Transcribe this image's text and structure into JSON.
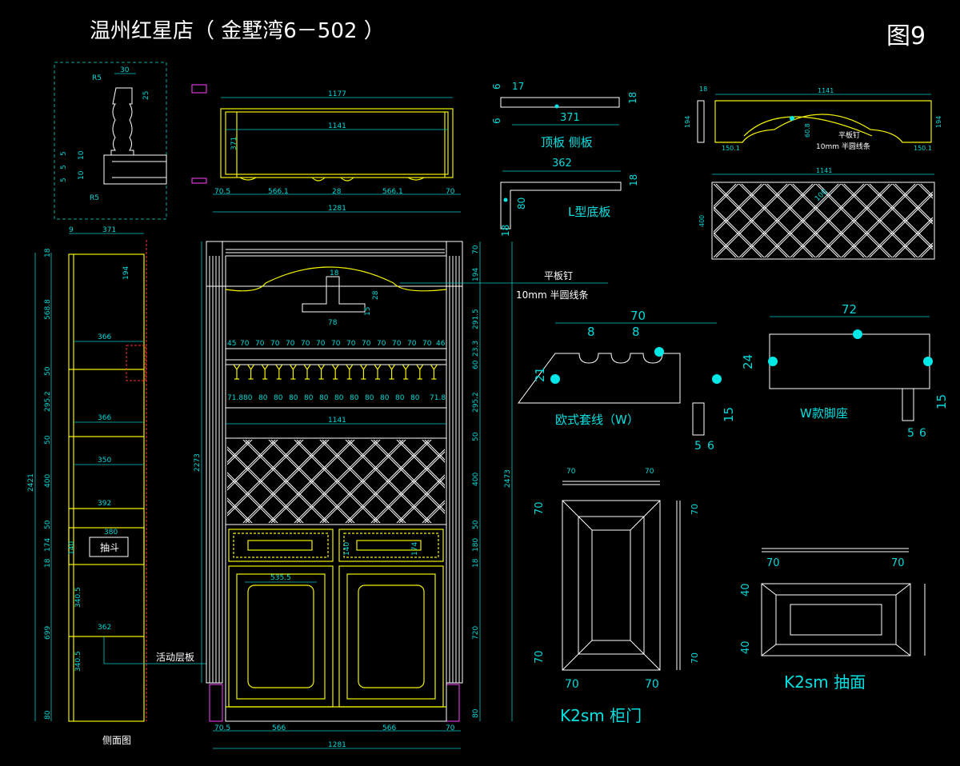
{
  "header": {
    "title": "温州红星店（ 金墅湾6－502 ）",
    "figure_no": "图9"
  },
  "colors": {
    "background": "#000000",
    "outline": "#f2f200",
    "dimension": "#00c8c8",
    "text": "#ffffff",
    "hidden": "#ff3030",
    "post": "#ff40ff"
  },
  "labels": {
    "side_view": "侧面图",
    "movable_shelf": "活动层板",
    "drawer_tag": "抽斗",
    "top_side_board": "顶板  侧板",
    "l_bottom_board": "L型底板",
    "flat_nail": "平板钉",
    "half_round_line": "10mm 半圆线条",
    "flat_nail_small": "平板钉",
    "half_round_line_small": "10mm 半圆线条",
    "euro_molding": "欧式套线（W）",
    "w_foot": "W款脚座",
    "k2sm_door": "K2sm 柜门",
    "k2sm_drawer": "K2sm 抽面"
  },
  "dims": {
    "main_height": "2273",
    "total_height": "2473",
    "side_height": "2421",
    "top_width": "1177",
    "top_inner": "1141",
    "top_depth": "371",
    "top_bottom_a": "70.5",
    "top_bottom_b": "566.1",
    "top_bottom_c": "28",
    "top_bottom_d": "566.1",
    "top_bottom_e": "70",
    "top_total": "1281",
    "bottom_a": "70.5",
    "bottom_b": "566",
    "bottom_c": "566",
    "bottom_d": "70",
    "bottom_total": "1281",
    "inner_1141": "1141",
    "drawer_535": "535.5",
    "drawer_174a": "140",
    "drawer_174b": "174",
    "hook_18": "18",
    "hook_28": "28",
    "hook_15": "15",
    "hook_78": "78",
    "side_371": "371",
    "side_9": "9",
    "side_366a": "366",
    "side_366b": "366",
    "side_350": "350",
    "side_392": "392",
    "side_380": "380",
    "side_362": "362",
    "side_194": "194",
    "right_18": "18",
    "right_60": "60",
    "right_70": "70",
    "right_194": "194",
    "right_291": "291.5",
    "right_23": "23.3",
    "right_295": "295.2",
    "right_50a": "50",
    "right_400": "400",
    "right_50b": "50",
    "right_180": "180",
    "right_720": "720",
    "right_80": "80",
    "left_18": "18",
    "left_568": "568.8",
    "left_50a": "50",
    "left_295": "295.2",
    "left_50b": "50",
    "left_400": "400",
    "left_50c": "50",
    "left_174": "174",
    "left_18b": "18",
    "left_340a": "340.5",
    "left_699": "699",
    "left_340b": "340.5",
    "left_80": "80",
    "left_18c": "18",
    "sp_45": "45",
    "sp_70": "70",
    "sp_46": "46",
    "sp_71": "71.8",
    "sp_80": "80",
    "bal_30": "30",
    "bal_r5a": "R5",
    "bal_r5b": "R5",
    "bal_25": "25",
    "bal_5": "5",
    "bal_10": "10",
    "tb_17": "17",
    "tb_6a": "6",
    "tb_6b": "6",
    "tb_371": "371",
    "tb_18": "18",
    "l_362": "362",
    "l_80": "80",
    "l_18": "18",
    "l_18b": "18",
    "arch_1141": "1141",
    "arch_194": "194",
    "arch_18": "18",
    "arch_150a": "150.1",
    "arch_150b": "150.1",
    "arch_60": "60.8",
    "lat_1141": "1141",
    "lat_400": "400",
    "lat_100": "100",
    "eu_70": "70",
    "eu_8a": "8",
    "eu_8b": "8",
    "eu_21": "21",
    "eu_15": "15",
    "eu_5": "5",
    "eu_6": "6",
    "ft_72": "72",
    "ft_24": "24",
    "ft_15": "15",
    "ft_5": "5",
    "ft_6": "6",
    "dr_70a": "70",
    "dr_70b": "70",
    "dr_70c": "70",
    "dr_70d": "70",
    "dr_70e": "70",
    "dr_70f": "70",
    "dr_70g": "70",
    "dw_70a": "70",
    "dw_70b": "70",
    "dw_40a": "40",
    "dw_40b": "40"
  }
}
